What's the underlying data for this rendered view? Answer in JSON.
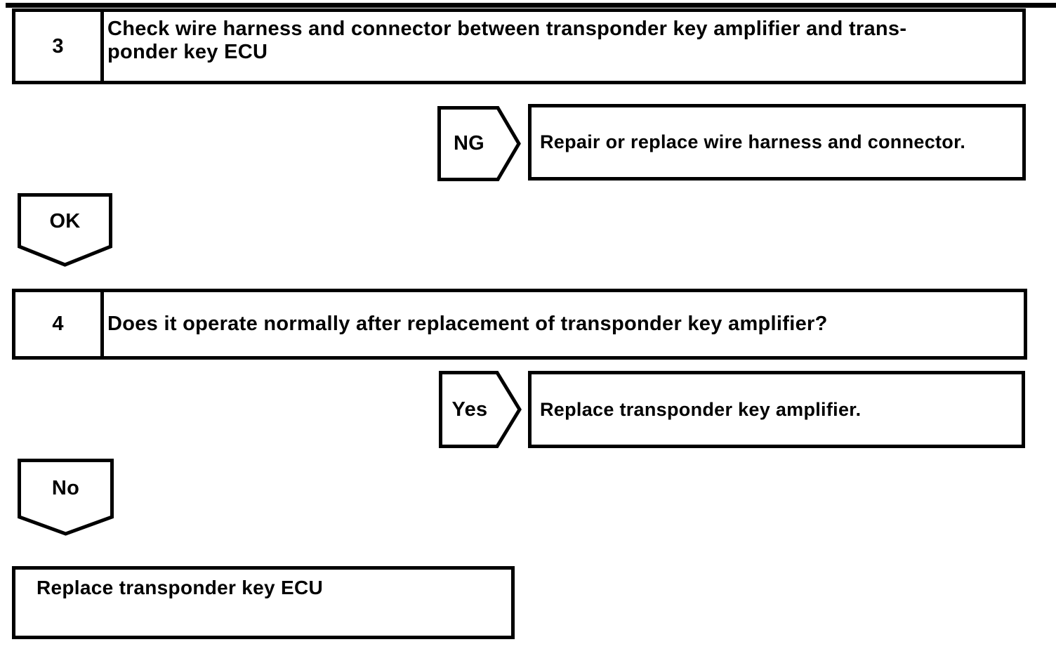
{
  "colors": {
    "ink": "#000000",
    "paper": "#ffffff"
  },
  "flowchart": {
    "steps": [
      {
        "number": "3",
        "question": "Check wire harness and connector between transponder key amplifier and trans-\nponder key ECU",
        "branch_label": "NG",
        "branch_result": "Repair or replace wire harness and connector.",
        "continue_label": "OK"
      },
      {
        "number": "4",
        "question": "Does it operate normally after replacement of transponder key amplifier?",
        "branch_label": "Yes",
        "branch_result": "Replace transponder key amplifier.",
        "continue_label": "No"
      }
    ],
    "final_action": "Replace transponder key ECU"
  }
}
